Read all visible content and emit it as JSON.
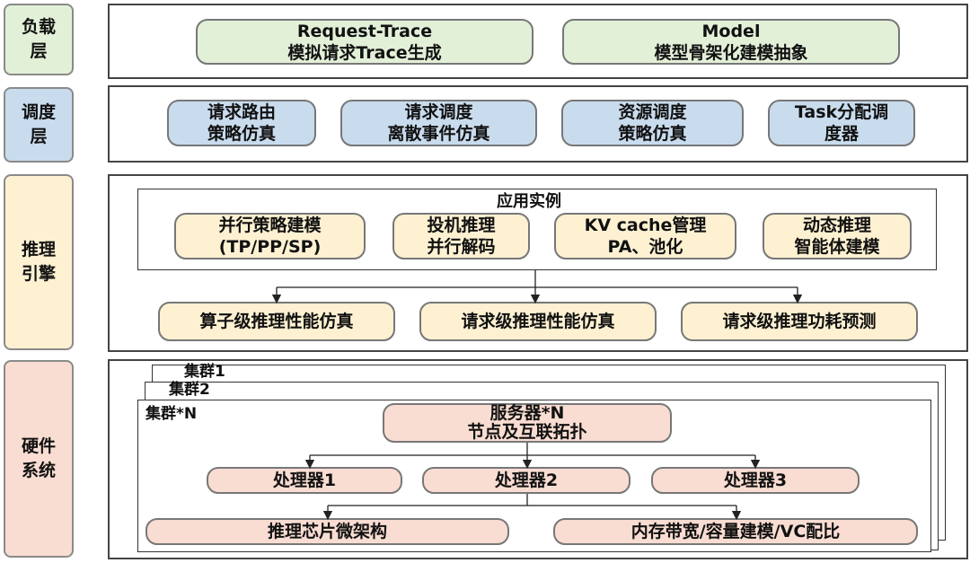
{
  "layers": {
    "workload": {
      "label": "负载\n层",
      "boxes": [
        "Request-Trace\n模拟请求Trace生成",
        "Model\n模型骨架化建模抽象"
      ]
    },
    "scheduling": {
      "label": "调度\n层",
      "boxes": [
        "请求路由\n策略仿真",
        "请求调度\n离散事件仿真",
        "资源调度\n策略仿真",
        "Task分配调\n度器"
      ]
    },
    "inference": {
      "label": "推理\n引擎",
      "app_title": "应用实例",
      "app_boxes": [
        "并行策略建模\n(TP/PP/SP)",
        "投机推理\n并行解码",
        "KV cache管理\nPA、池化",
        "动态推理\n智能体建模"
      ],
      "sim_boxes": [
        "算子级推理性能仿真",
        "请求级推理性能仿真",
        "请求级推理功耗预测"
      ]
    },
    "hardware": {
      "label": "硬件\n系统",
      "clusters": [
        "集群1",
        "集群2",
        "集群*N"
      ],
      "server": "服务器*N\n节点及互联拓扑",
      "processors": [
        "处理器1",
        "处理器2",
        "处理器3"
      ],
      "bottom": [
        "推理芯片微架构",
        "内存带宽/容量建模/VC配比"
      ]
    }
  }
}
